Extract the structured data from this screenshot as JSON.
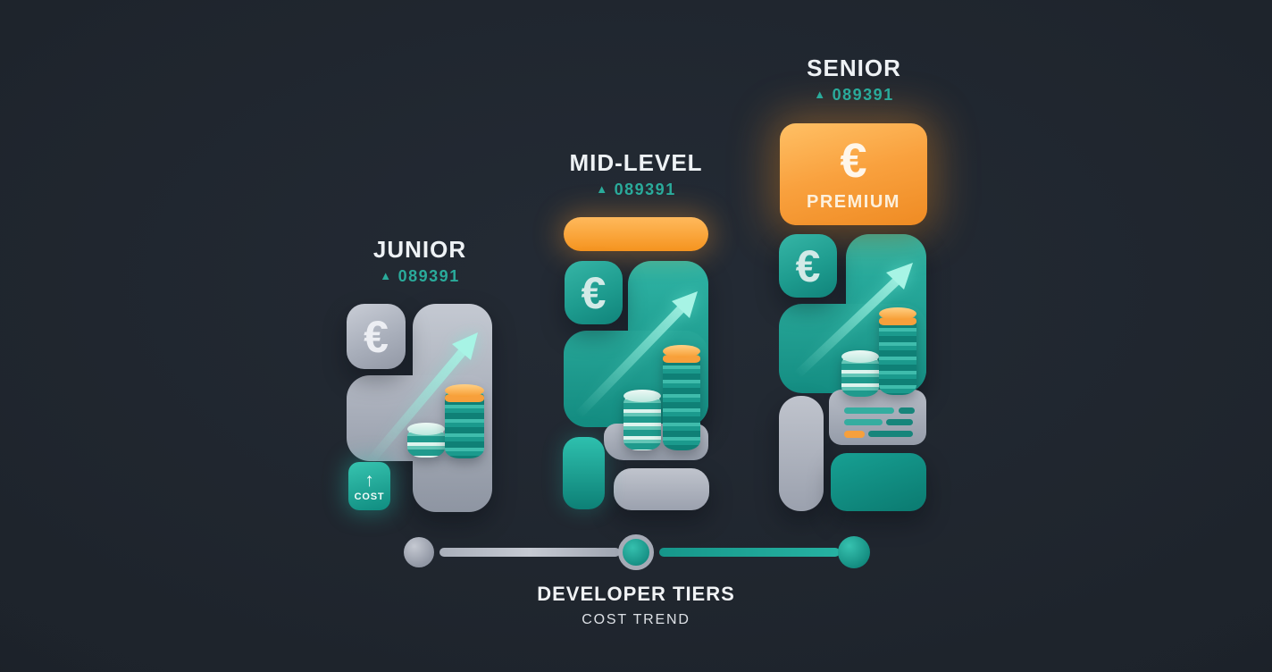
{
  "page": {
    "background_color": "#1e242c",
    "footer": {
      "title": "DEVELOPER TIERS",
      "subtitle": "COST TREND"
    }
  },
  "icons": {
    "euro": "€",
    "trend_up_triangle": "▲",
    "up_arrow": "↑"
  },
  "colors": {
    "teal_accent": "#25a89a",
    "teal_value_text": "#2aab9b",
    "teal_arrow": "#9af0df",
    "orange_accent": "#f89f3d",
    "gray_tile": "#a7adb9",
    "text_white": "#eef2f5"
  },
  "tiers": [
    {
      "id": "junior",
      "label": "JUNIOR",
      "trend": "up",
      "change_value": "089391",
      "currency_symbol": "€",
      "badge_label": "COST",
      "theme": "gray"
    },
    {
      "id": "mid-level",
      "label": "MID-LEVEL",
      "trend": "up",
      "change_value": "089391",
      "currency_symbol": "€",
      "theme": "teal"
    },
    {
      "id": "senior",
      "label": "SENIOR",
      "trend": "up",
      "change_value": "089391",
      "currency_symbol": "€",
      "premium_label": "PREMIUM",
      "theme": "teal-premium"
    }
  ],
  "slider": {
    "dots": [
      {
        "tier": "junior",
        "state": "inactive"
      },
      {
        "tier": "mid-level",
        "state": "current"
      },
      {
        "tier": "senior",
        "state": "active"
      }
    ]
  }
}
